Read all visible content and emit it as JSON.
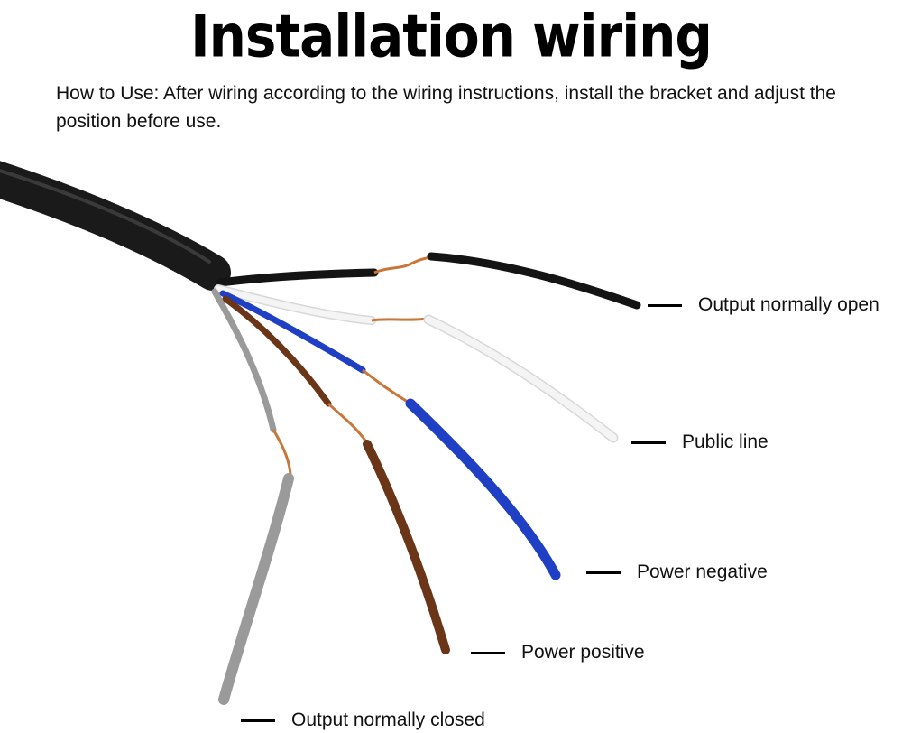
{
  "title": "Installation wiring",
  "instructions": "How to Use: After wiring according to the wiring instructions, install the bracket and adjust the position before use.",
  "colors": {
    "cable_sheath": "#1a1a1a",
    "wire_black": "#141414",
    "wire_white": "#f4f4f4",
    "wire_blue": "#1f3fc4",
    "wire_brown": "#6b3518",
    "wire_gray": "#9a9a9a",
    "copper": "#c8763a"
  },
  "callouts": [
    {
      "wire": "black",
      "label": "Output normally open"
    },
    {
      "wire": "white",
      "label": "Public line"
    },
    {
      "wire": "blue",
      "label": "Power negative"
    },
    {
      "wire": "brown",
      "label": "Power positive"
    },
    {
      "wire": "gray",
      "label": "Output normally closed"
    }
  ]
}
